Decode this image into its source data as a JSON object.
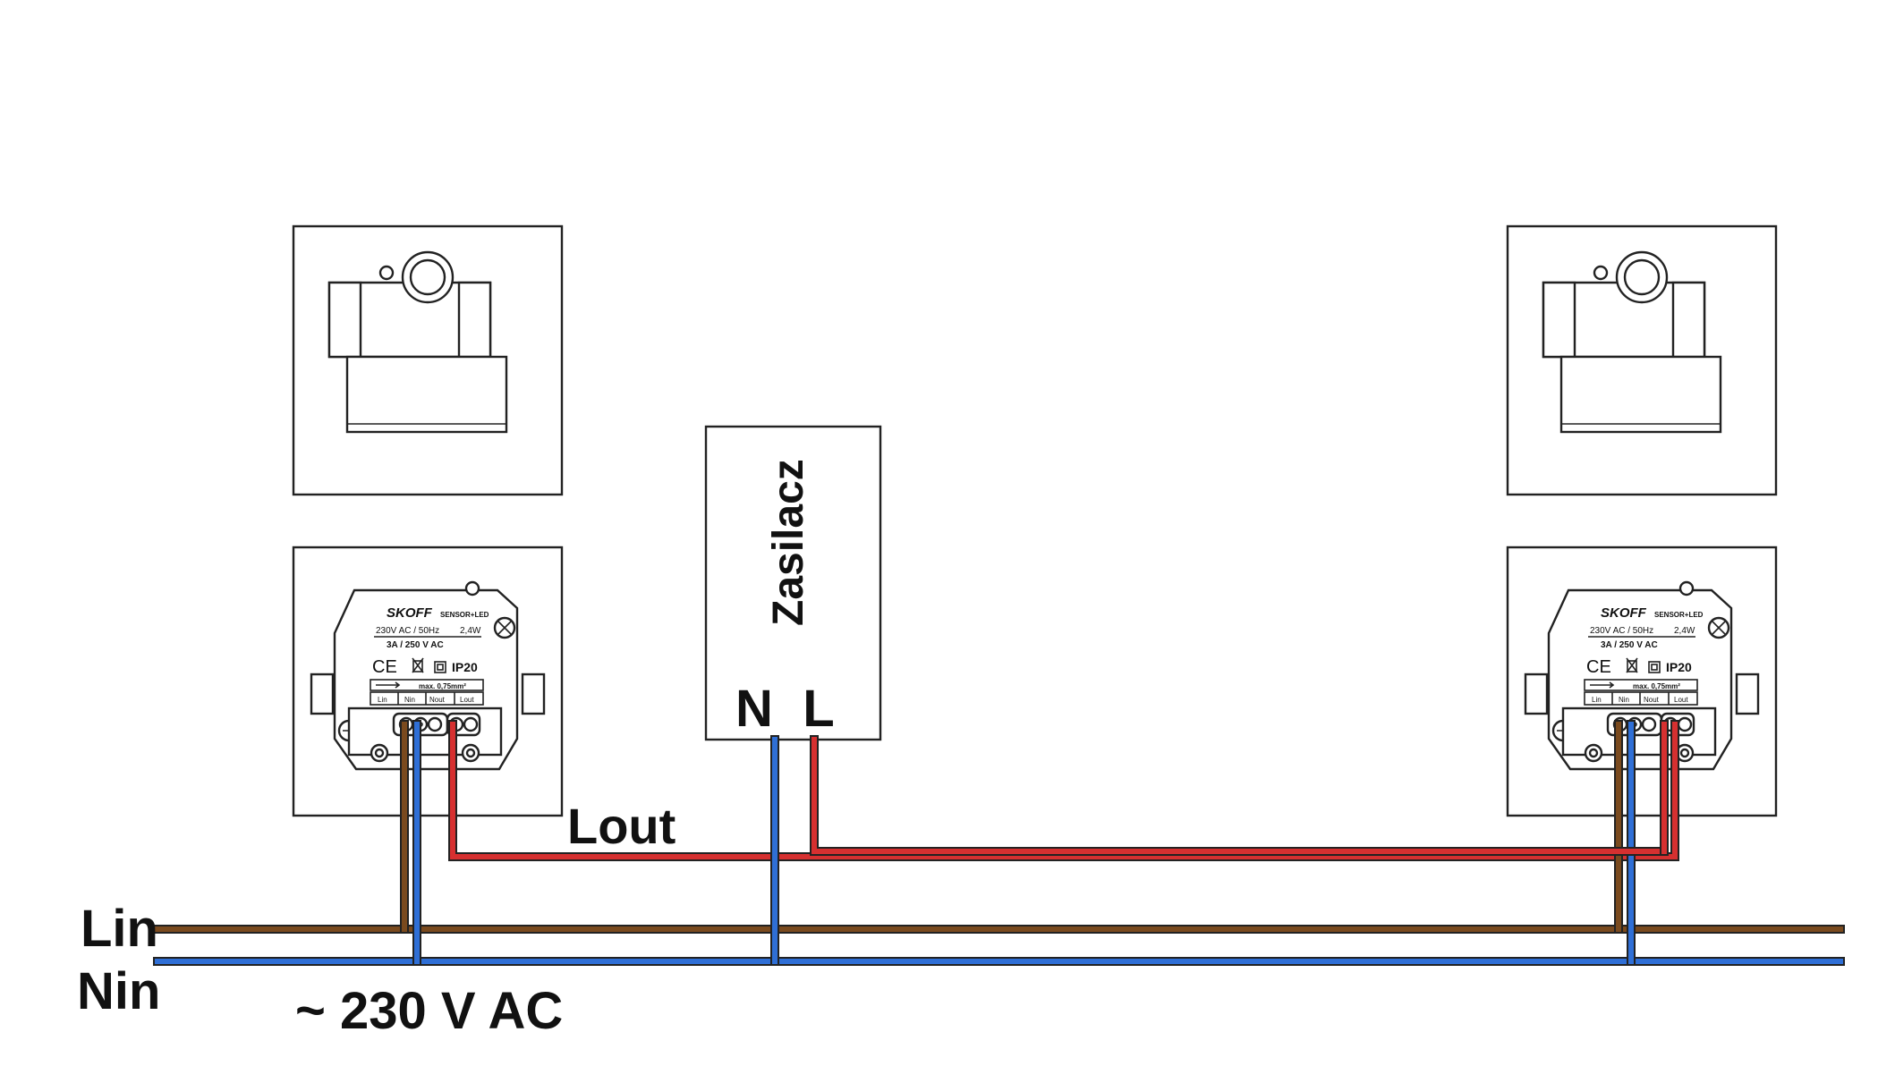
{
  "colors": {
    "line_brown": "#7a4a1e",
    "neutral_blue": "#2f6fd6",
    "output_red": "#d63030",
    "outline": "#222222",
    "background": "#ffffff"
  },
  "labels": {
    "lin": "Lin",
    "nin": "Nin",
    "voltage": "~ 230 V AC",
    "lout": "Lout"
  },
  "power_supply": {
    "name": "Zasilacz",
    "terminal_n": "N",
    "terminal_l": "L"
  },
  "module": {
    "brand": "SKOFF",
    "model": "SENSOR+LED",
    "rating": "230V AC / 50Hz",
    "power": "2,4W",
    "relay": "3A / 250 V AC",
    "ce": "CE",
    "ip": "IP20",
    "wire": "max. 0,75mm²",
    "terminals": [
      "Lin",
      "Nin",
      "Nout",
      "Lout"
    ]
  }
}
